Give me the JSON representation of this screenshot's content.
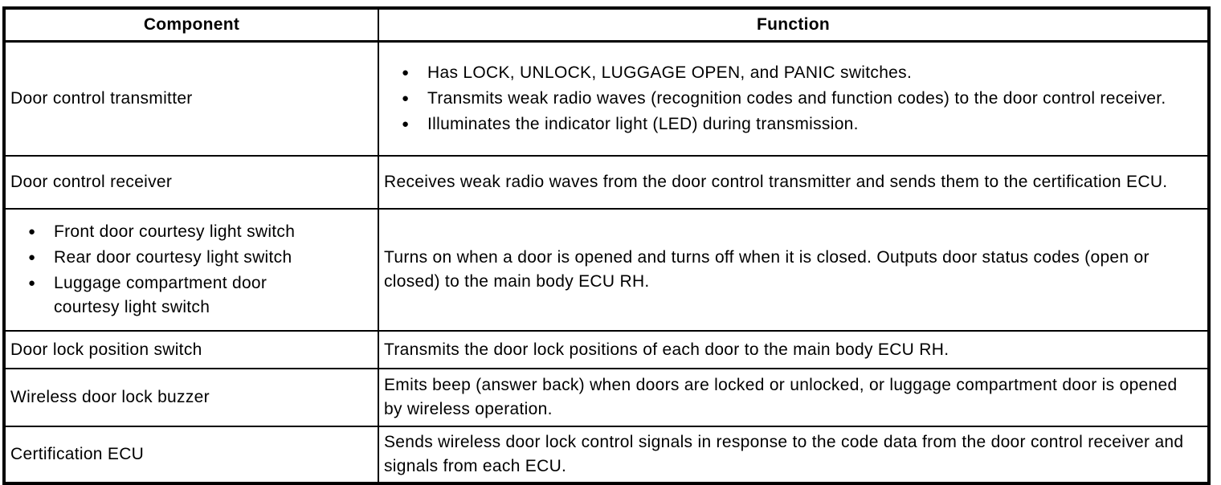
{
  "colors": {
    "background": "#ffffff",
    "border": "#000000",
    "text": "#000000"
  },
  "table": {
    "bullet_glyph": "●",
    "headers": [
      "Component",
      "Function"
    ],
    "rows": [
      {
        "component": {
          "text": "Door control transmitter"
        },
        "function": {
          "bullets": [
            "Has LOCK, UNLOCK, LUGGAGE OPEN, and PANIC switches.",
            "Transmits weak radio waves (recognition codes and function codes) to the door control receiver.",
            "Illuminates the indicator light (LED) during transmission."
          ]
        }
      },
      {
        "component": {
          "text": "Door control receiver"
        },
        "function": {
          "text": "Receives weak radio waves from the door control transmitter and sends them to the certification ECU."
        }
      },
      {
        "component": {
          "bullets": [
            "Front door courtesy light switch",
            "Rear door courtesy light switch",
            "Luggage compartment door courtesy light switch"
          ]
        },
        "function": {
          "text": "Turns on when a door is opened and turns off when it is closed. Outputs door status codes (open or closed) to the main body ECU RH."
        }
      },
      {
        "component": {
          "text": "Door lock position switch"
        },
        "function": {
          "text": "Transmits the door lock positions of each door to the main body ECU RH."
        }
      },
      {
        "component": {
          "text": "Wireless door lock buzzer"
        },
        "function": {
          "text": "Emits beep (answer back) when doors are locked or unlocked, or luggage compartment door is opened by wireless operation."
        }
      },
      {
        "component": {
          "text": "Certification ECU"
        },
        "function": {
          "text": "Sends wireless door lock control signals in response to the code data from the door control receiver and signals from each ECU."
        }
      }
    ]
  }
}
